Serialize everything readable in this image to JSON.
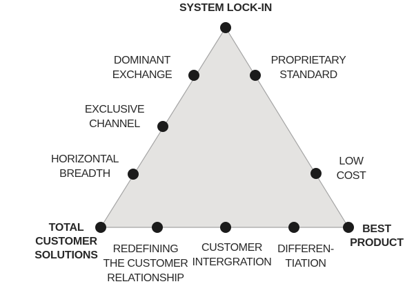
{
  "diagram": {
    "name": "delta-model-triangle",
    "colors": {
      "triangle_fill": "#e4e3e1",
      "triangle_stroke": "#a5a5a5",
      "dot": "#1b1b1b",
      "text": "#282828"
    },
    "vertex_labels": {
      "system_lock_in": "SYSTEM LOCK-IN",
      "total_customer_solutions": "TOTAL\nCUSTOMER\nSOLUTIONS",
      "best_product": "BEST\nPRODUCT"
    },
    "side_labels": {
      "dominant_exchange": "DOMINANT\nEXCHANGE",
      "proprietary_standard": "PROPRIETARY\nSTANDARD",
      "exclusive_channel": "EXCLUSIVE\nCHANNEL",
      "horizontal_breadth": "HORIZONTAL\nBREADTH",
      "low_cost": "LOW\nCOST"
    },
    "bottom_labels": {
      "redefining_the_customer_relationship": "REDEFINING\nTHE CUSTOMER\nRELATIONSHIP",
      "customer_intergration": "CUSTOMER\nINTERGRATION",
      "differen_tiation": "DIFFEREN-\nTIATION"
    }
  }
}
